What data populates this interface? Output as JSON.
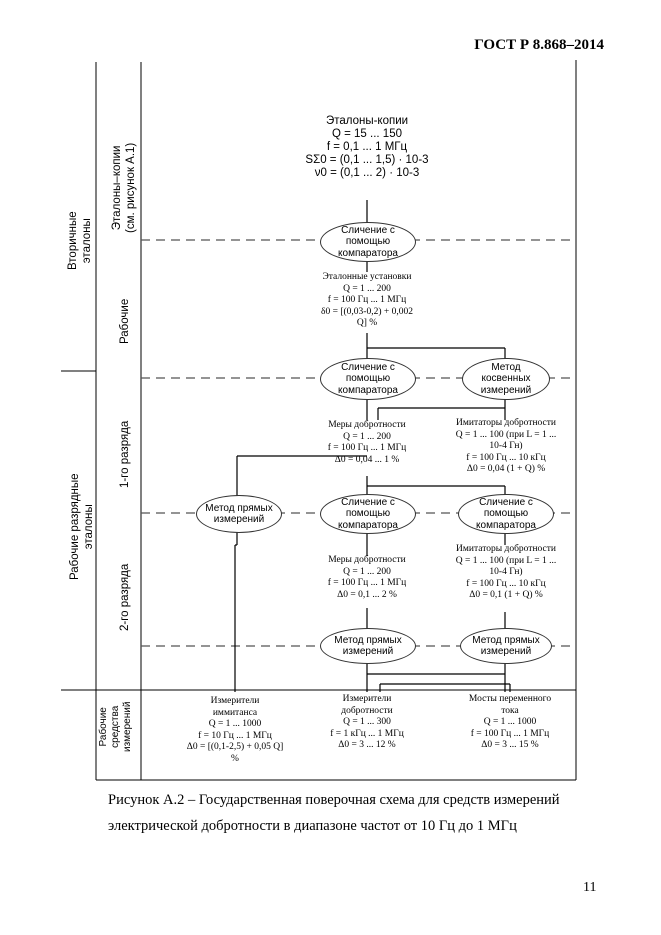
{
  "header": {
    "standard": "ГОСТ Р 8.868–2014"
  },
  "page_number": "11",
  "caption": {
    "line1": "Рисунок А.2 – Государственная поверочная схема для средств измерений",
    "line2": "электрической добротности в диапазоне частот от 10 Гц до 1 МГц"
  },
  "rows": {
    "secondary": "Вторичные\nэталоны",
    "copies": "Эталоны–копии\n(см. рисунок А.1)",
    "working": "Рабочие",
    "working_grade": "Рабочие разрядные\nэталоны",
    "grade1": "1-го разряда",
    "grade2": "2-го разряда",
    "instruments": "Рабочие\nсредства\nизмерений"
  },
  "methods": {
    "comparator": [
      "Сличение с",
      "помощью",
      "компаратора"
    ],
    "indirect": [
      "Метод",
      "косвенных",
      "измерений"
    ],
    "direct": [
      "Метод прямых",
      "измерений"
    ]
  },
  "blocks": {
    "copies": {
      "title": "Эталоны-копии",
      "l1": "Q = 15 ... 150",
      "l2": "f = 0,1 ... 1 МГц",
      "l3": "SΣ0 = (0,1 ... 1,5) · 10-3",
      "l4": "ν0 = (0,1 ... 2) · 10-3"
    },
    "installations": {
      "title": "Эталонные установки",
      "l1": "Q = 1 ... 200",
      "l2": "f = 100 Гц ... 1 МГц",
      "l3": "δ0 = [(0,03-0,2) + 0,002",
      "l4": "Q] %"
    },
    "measures1": {
      "title": "Меры добротности",
      "l1": "Q = 1 ... 200",
      "l2": "f = 100 Гц ... 1 МГц",
      "l3": "Δ0 = 0,04 ... 1 %"
    },
    "imitators1": {
      "title": "Имитаторы добротности",
      "l1": "Q = 1 ... 100 (при L = 1 ...",
      "l2": "10-4 Гн)",
      "l3": "f = 100 Гц ... 10 кГц",
      "l4": "Δ0 = 0,04 (1 + Q) %"
    },
    "measures2": {
      "title": "Меры добротности",
      "l1": "Q = 1 ... 200",
      "l2": "f = 100 Гц ... 1 МГц",
      "l3": "Δ0 = 0,1 ... 2 %"
    },
    "imitators2": {
      "title": "Имитаторы добротности",
      "l1": "Q = 1 ... 100 (при L = 1 ...",
      "l2": "10-4 Гн)",
      "l3": "f = 100 Гц ... 10 кГц",
      "l4": "Δ0 = 0,1 (1 + Q) %"
    },
    "immittance": {
      "title1": "Измерители",
      "title2": "иммитанса",
      "l1": "Q = 1 ... 1000",
      "l2": "f = 10 Гц ... 1 МГц",
      "l3": "Δ0 = [(0,1-2,5) + 0,05 Q]",
      "l4": "%"
    },
    "qmeters": {
      "title1": "Измерители",
      "title2": "добротности",
      "l1": "Q = 1 ... 300",
      "l2": "f = 1 кГц ... 1 МГц",
      "l3": "Δ0 = 3 ... 12 %"
    },
    "bridges": {
      "title1": "Мосты переменного",
      "title2": "тока",
      "l1": "Q = 1 ... 1000",
      "l2": "f = 100 Гц ... 1 МГц",
      "l3": "Δ0 = 3 ... 15 %"
    }
  }
}
